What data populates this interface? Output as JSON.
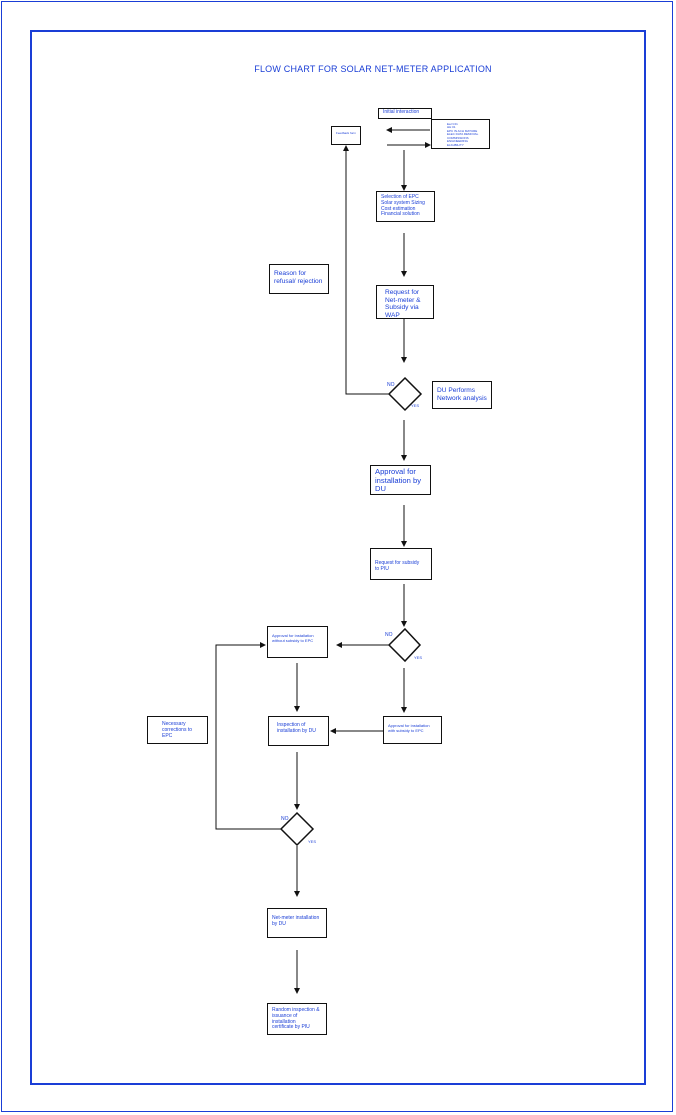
{
  "title": "FLOW CHART FOR SOLAR NET-METER APPLICATION",
  "nodes": {
    "initial": "Initial interaction",
    "notes": [
      "Ea N 01",
      "HH 01",
      "EPC IN ACH MATURE",
      "ELEC DATA REMOVAL",
      "COMMISSIONS",
      "ENGINEERING",
      "ELIGIBILITY",
      "TINE SOLVENCY CERTIFY"
    ],
    "feedback": "Feedback form",
    "selection": [
      "Selection of EPC",
      "Solar system Sizing",
      "Cost estimation",
      "Financial solution"
    ],
    "request_netmeter": [
      "Request for",
      "Net-meter &",
      "Subsidy via WAP"
    ],
    "reason": [
      "Reason for",
      "refusal/ rejection"
    ],
    "du_performs": [
      "DU Performs",
      "Network analysis"
    ],
    "approval_du": [
      "Approval for",
      "installation by",
      "DU"
    ],
    "request_subsidy": [
      "Request for subsidy",
      "to PIU"
    ],
    "approval_without": [
      "Approval for installation",
      "without subsidy to EPC"
    ],
    "approval_with": [
      "Approval for installation",
      "with subsidy to EPC"
    ],
    "inspection": [
      "Inspection of",
      "installation by DU"
    ],
    "corrections": [
      "Necessary",
      "corrections to EPC"
    ],
    "netmeter_install": [
      "Net-meter installation",
      "by DU"
    ],
    "random": [
      "Random inspection &",
      "issuance of",
      "installation",
      "certificate by PIU"
    ]
  },
  "decisions": {
    "d1": {
      "no": "NO",
      "yes": "YES"
    },
    "d2": {
      "no": "NO",
      "yes": "YES"
    },
    "d3": {
      "no": "NO",
      "yes": "YES"
    }
  },
  "colors": {
    "accent": "#1a3ed6",
    "line": "#111111"
  }
}
